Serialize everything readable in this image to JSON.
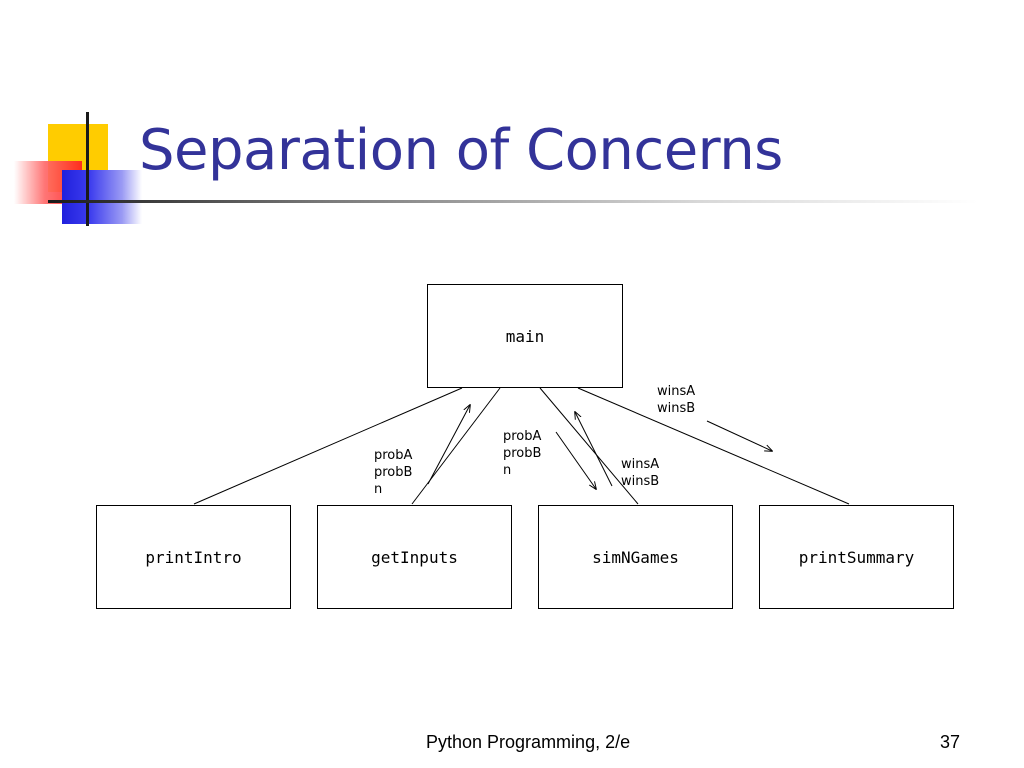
{
  "slide": {
    "title": "Separation of Concerns",
    "footer_text": "Python Programming, 2/e",
    "page_number": "37"
  },
  "diagram": {
    "nodes": {
      "main": "main",
      "print_intro": "printIntro",
      "get_inputs": "getInputs",
      "sim_n_games": "simNGames",
      "print_summary": "printSummary"
    },
    "labels": {
      "get_inputs_returns": [
        "probA",
        "probB",
        "n"
      ],
      "sim_n_games_params": [
        "probA",
        "probB",
        "n"
      ],
      "sim_n_games_returns": [
        "winsA",
        "winsB"
      ],
      "print_summary_params": [
        "winsA",
        "winsB"
      ]
    }
  }
}
